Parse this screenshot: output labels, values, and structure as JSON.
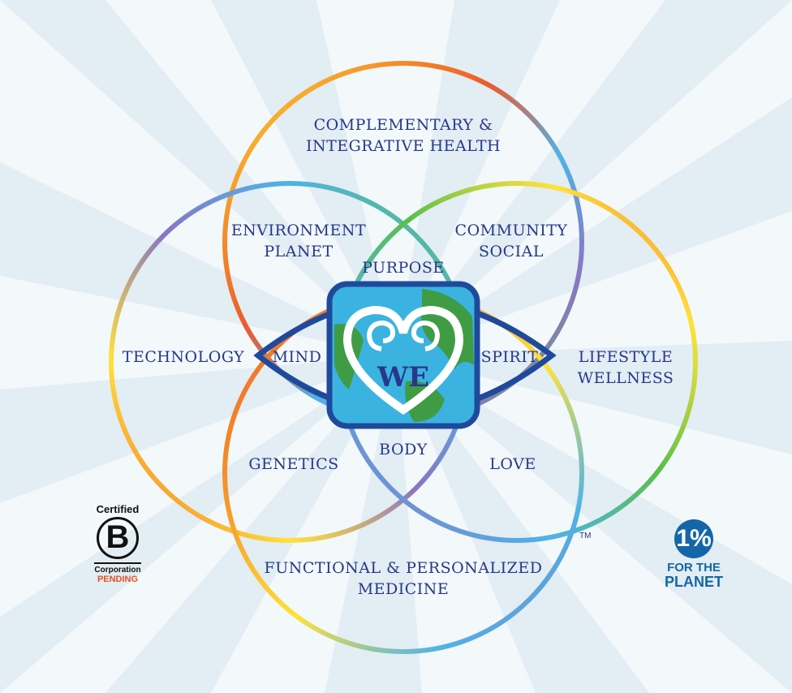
{
  "diagram": {
    "center": "WE",
    "labels": {
      "complementary_1": "COMPLEMENTARY &",
      "complementary_2": "INTEGRATIVE HEALTH",
      "environment_1": "ENVIRONMENT",
      "environment_2": "PLANET",
      "community_1": "COMMUNITY",
      "community_2": "SOCIAL",
      "purpose": "PURPOSE",
      "technology": "TECHNOLOGY",
      "mind": "MIND",
      "spirit": "SPIRIT",
      "lifestyle_1": "LIFESTYLE",
      "lifestyle_2": "WELLNESS",
      "genetics": "GENETICS",
      "body": "BODY",
      "love": "LOVE",
      "functional_1": "FUNCTIONAL & PERSONALIZED",
      "functional_2": "MEDICINE"
    },
    "colors": {
      "text": "#27388a",
      "eye": "#1f4a9c",
      "ocean": "#3bb3e0",
      "land": "#3f9c45"
    }
  },
  "badges": {
    "bcorp_top": "Certified",
    "bcorp_letter": "B",
    "bcorp_corp": "Corporation",
    "bcorp_pending": "PENDING",
    "onepct_mark": "1%",
    "onepct_line1": "FOR THE",
    "onepct_line2": "PLANET",
    "trademark": "TM"
  }
}
